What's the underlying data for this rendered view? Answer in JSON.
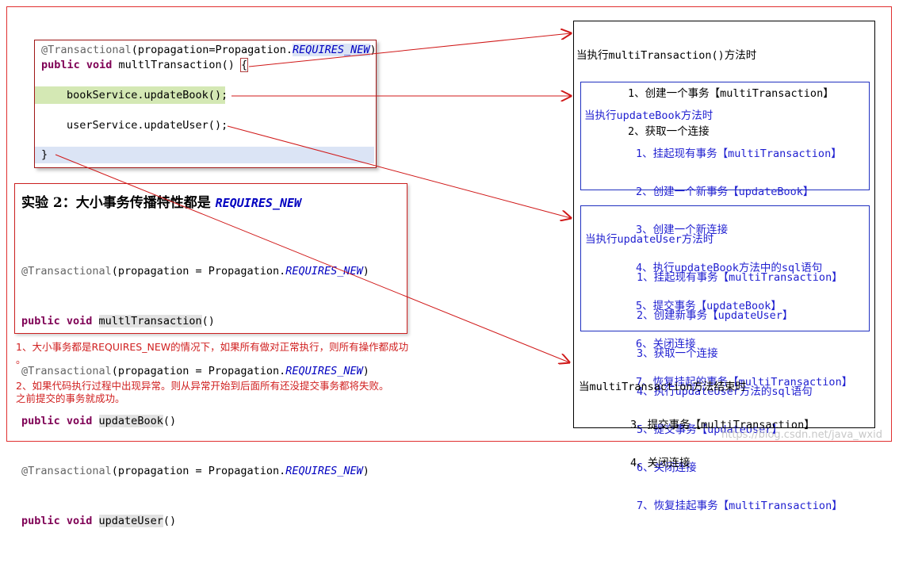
{
  "code_block": {
    "line1_ann": "@Transactional",
    "line1_mid": "(propagation=Propagation.",
    "line1_const": "REQUIRES_NEW",
    "line1_end": ")",
    "line2_kw": "public void",
    "line2_name": " multlTransaction() ",
    "line2_brace": "{",
    "line3_obj": "bookService",
    "line3_call": ".updateBook();",
    "line4_obj": "userService",
    "line4_call": ".updateUser();",
    "line5_brace": "}"
  },
  "experiment": {
    "title_label": "实验 2：大小事务传播特性都是 ",
    "title_const": "REQUIRES_NEW",
    "ann": "@Transactional",
    "mid": "(propagation = Propagation.",
    "const": "REQUIRES_NEW",
    "end": ")",
    "kw": "public void",
    "m1": "multlTransaction",
    "m2": "updateBook",
    "m3": "updateUser",
    "paren": "()"
  },
  "notes": {
    "n1a": "1、大小事务都是REQUIRES_NEW的情况下，如果所有做对正常执行，则所有操作都成功",
    "n1b": "。",
    "n2a": "2、如果代码执行过程中出现异常。则从异常开始到后面所有还没提交事务都将失败。",
    "n2b": "之前提交的事务就成功。"
  },
  "right_panel": {
    "start": {
      "title": "当执行multiTransaction()方法时",
      "items": [
        "        1、创建一个事务【multiTransaction】",
        "        2、获取一个连接"
      ]
    },
    "book": {
      "title": "当执行updateBook方法时",
      "items": [
        "        1、挂起现有事务【multiTransaction】",
        "        2、创建一个新事务【updateBook】",
        "        3、创建一个新连接",
        "        4、执行updateBook方法中的sql语句",
        "        5、提交事务【updateBook】",
        "        6、关闭连接",
        "        7、恢复挂起的事务【multiTransaction】"
      ]
    },
    "user": {
      "title": "当执行updateUser方法时",
      "items": [
        "        1、挂起现有事务【multiTransaction】",
        "        2、创建新事务【updateUser】",
        "        3、获取一个连接",
        "        4、执行updateUser方法的sql语句",
        "        5、提交事务【updateUser】",
        "        6、关闭连接",
        "        7、恢复挂起事务【multiTransaction】"
      ]
    },
    "end": {
      "title": "当multiTransaction方法结束时",
      "items": [
        "        3、提交事务【multiTransaction】",
        "        4、关闭连接"
      ]
    }
  },
  "watermark": "https://blog.csdn.net/java_wxid",
  "colors": {
    "frame": "#e03030",
    "arrow": "#d01818",
    "blue_text": "#1f1fd0",
    "keyword": "#7f0055",
    "constant": "#0000c0"
  }
}
